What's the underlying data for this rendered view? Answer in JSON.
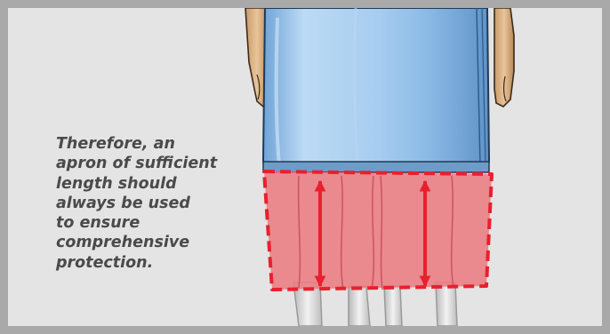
{
  "caption": {
    "lines": [
      "Therefore, an",
      "apron of sufficient",
      "length should",
      "always be used",
      "to ensure",
      "comprehensive",
      "protection."
    ]
  },
  "icons": [
    "arm-left",
    "arm-right",
    "apron-body",
    "legs",
    "extension-zone",
    "double-arrow-left",
    "double-arrow-right"
  ],
  "colors": {
    "frame": "#a9a9a9",
    "background": "#e4e4e4",
    "apron": "#7fb1de",
    "extension_fill": "#eb7c82",
    "dashed_outline": "#e8202e",
    "arrow": "#e8202e",
    "caption_text": "#4a4a4a"
  }
}
